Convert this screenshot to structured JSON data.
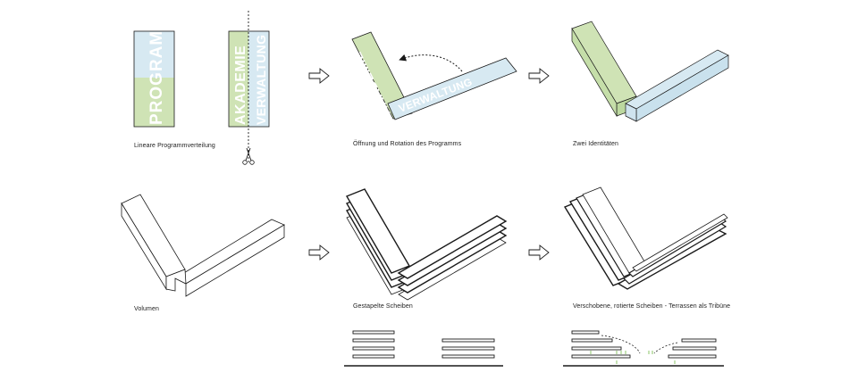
{
  "colors": {
    "programm_green": "#cfe3b5",
    "programm_blue": "#d7e9f2",
    "akademie_fill": "#cfe3b5",
    "akademie_text": "#ffffff",
    "verwaltung_fill": "#d7e9f2",
    "verwaltung_text": "#ffffff",
    "stroke": "#1a1a1a",
    "marker_green": "#7fbf5a"
  },
  "panels": {
    "p1": {
      "strip_left_text": "PROGRAMM",
      "strip_right_text_a": "AKADEMIE",
      "strip_right_text_b": "VERWALTUNG",
      "caption": "Lineare Programmverteilung",
      "tool_icon": "scissors-icon"
    },
    "p2": {
      "akademie_text": "AKADEMIE",
      "verwaltung_text": "VERWALTUNG",
      "caption": "Öffnung und Rotation des Programms"
    },
    "p3": {
      "caption": "Zwei Identitäten"
    },
    "p4": {
      "caption": "Volumen"
    },
    "p5": {
      "caption": "Gestapelte Scheiben"
    },
    "p6": {
      "caption": "Verschobene, rotierte Scheiben - Terrassen als Tribüne"
    }
  }
}
